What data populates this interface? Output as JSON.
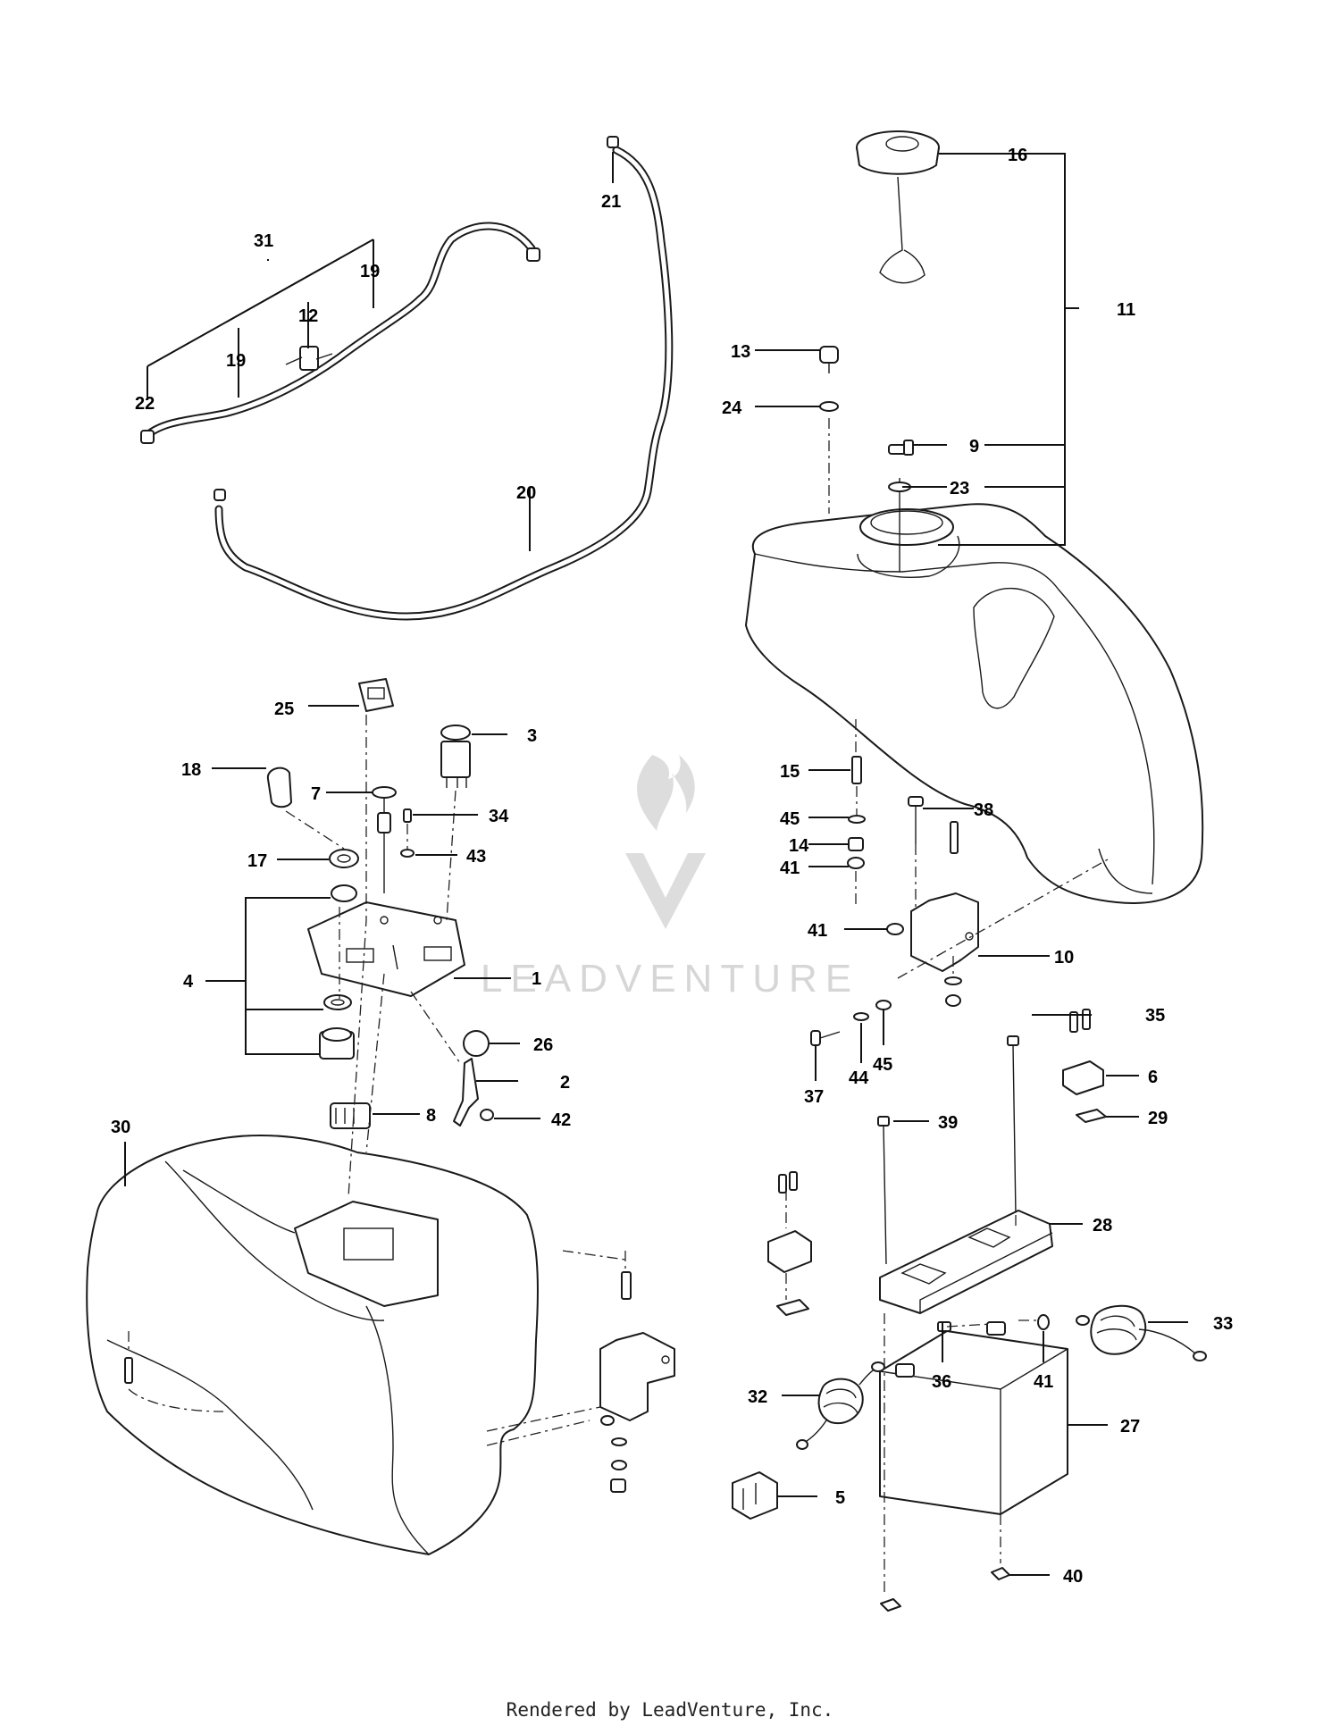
{
  "callouts": [
    {
      "n": "1"
    },
    {
      "n": "2"
    },
    {
      "n": "3"
    },
    {
      "n": "4"
    },
    {
      "n": "5"
    },
    {
      "n": "6"
    },
    {
      "n": "7"
    },
    {
      "n": "8"
    },
    {
      "n": "9"
    },
    {
      "n": "10"
    },
    {
      "n": "11"
    },
    {
      "n": "12"
    },
    {
      "n": "13"
    },
    {
      "n": "14"
    },
    {
      "n": "15"
    },
    {
      "n": "16"
    },
    {
      "n": "17"
    },
    {
      "n": "18"
    },
    {
      "n": "19"
    },
    {
      "n": "19"
    },
    {
      "n": "20"
    },
    {
      "n": "21"
    },
    {
      "n": "22"
    },
    {
      "n": "23"
    },
    {
      "n": "24"
    },
    {
      "n": "25"
    },
    {
      "n": "26"
    },
    {
      "n": "27"
    },
    {
      "n": "28"
    },
    {
      "n": "29"
    },
    {
      "n": "30"
    },
    {
      "n": "31"
    },
    {
      "n": "32"
    },
    {
      "n": "33"
    },
    {
      "n": "34"
    },
    {
      "n": "35"
    },
    {
      "n": "36"
    },
    {
      "n": "37"
    },
    {
      "n": "38"
    },
    {
      "n": "39"
    },
    {
      "n": "40"
    },
    {
      "n": "41"
    },
    {
      "n": "41"
    },
    {
      "n": "41"
    },
    {
      "n": "41"
    },
    {
      "n": "42"
    },
    {
      "n": "43"
    },
    {
      "n": "44"
    },
    {
      "n": "45"
    },
    {
      "n": "45"
    }
  ],
  "watermark": {
    "text": "LEADVENTURE",
    "logo_icon": "leadventure-flame-logo-icon"
  },
  "footer": {
    "text": "Rendered by LeadVenture, Inc."
  },
  "colors": {
    "line": "#1a1a1a",
    "watermark": "#d6d6d6",
    "background": "#ffffff"
  }
}
